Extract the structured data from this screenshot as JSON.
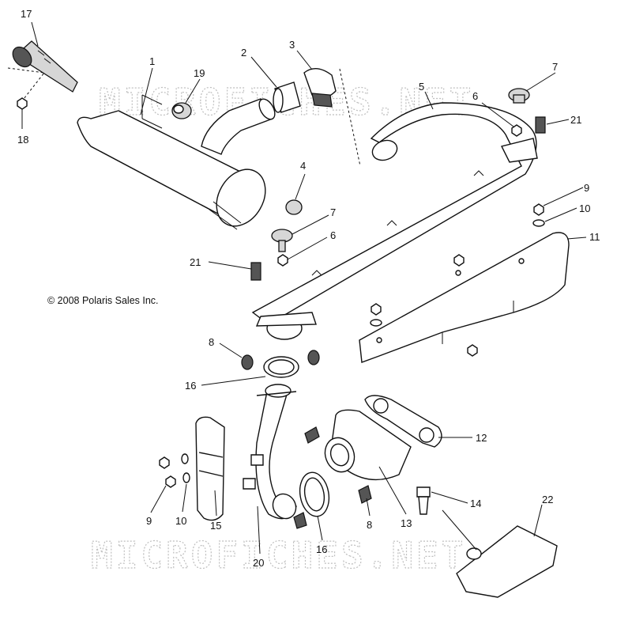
{
  "copyright": "© 2008 Polaris Sales Inc.",
  "watermark": "MICROFICHES.NET",
  "callouts": [
    {
      "id": "c17",
      "label": "17"
    },
    {
      "id": "c18",
      "label": "18"
    },
    {
      "id": "c1",
      "label": "1"
    },
    {
      "id": "c19",
      "label": "19"
    },
    {
      "id": "c2",
      "label": "2"
    },
    {
      "id": "c3",
      "label": "3"
    },
    {
      "id": "c5",
      "label": "5"
    },
    {
      "id": "c6a",
      "label": "6"
    },
    {
      "id": "c7a",
      "label": "7"
    },
    {
      "id": "c21a",
      "label": "21"
    },
    {
      "id": "c4",
      "label": "4"
    },
    {
      "id": "c7b",
      "label": "7"
    },
    {
      "id": "c6b",
      "label": "6"
    },
    {
      "id": "c21b",
      "label": "21"
    },
    {
      "id": "c9a",
      "label": "9"
    },
    {
      "id": "c10a",
      "label": "10"
    },
    {
      "id": "c11",
      "label": "11"
    },
    {
      "id": "c8a",
      "label": "8"
    },
    {
      "id": "c16a",
      "label": "16"
    },
    {
      "id": "c12",
      "label": "12"
    },
    {
      "id": "c14",
      "label": "14"
    },
    {
      "id": "c22",
      "label": "22"
    },
    {
      "id": "c9b",
      "label": "9"
    },
    {
      "id": "c10b",
      "label": "10"
    },
    {
      "id": "c15",
      "label": "15"
    },
    {
      "id": "c8b",
      "label": "8"
    },
    {
      "id": "c13",
      "label": "13"
    },
    {
      "id": "c16b",
      "label": "16"
    },
    {
      "id": "c20",
      "label": "20"
    }
  ]
}
